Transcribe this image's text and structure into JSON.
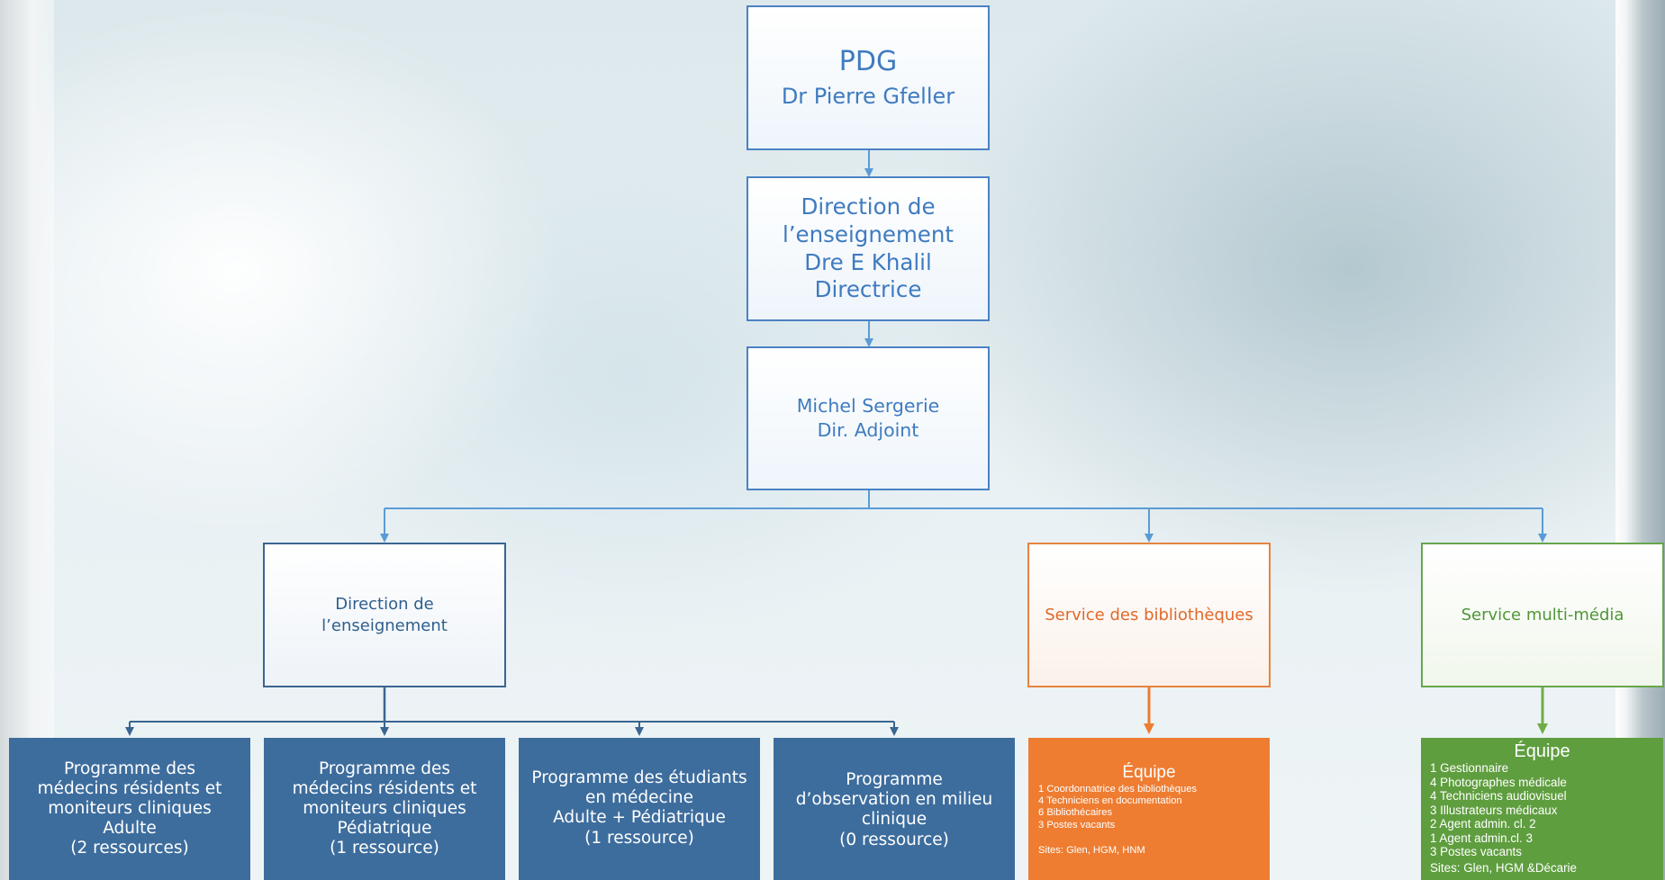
{
  "top": {
    "title": "PDG",
    "name": "Dr Pierre Gfeller"
  },
  "direction": {
    "lines": [
      "Direction de",
      "l’enseignement",
      "Dre E Khalil",
      "Directrice"
    ]
  },
  "adjoint": {
    "lines": [
      "Michel Sergerie",
      "Dir. Adjoint"
    ]
  },
  "sub_direction": {
    "lines": [
      "Direction de",
      "l’enseignement"
    ]
  },
  "libraries": {
    "label": "Service des bibliothèques",
    "team_title": "Équipe",
    "team_lines": [
      "1 Coordonnatrice des bibliothèques",
      "4 Techniciens en documentation",
      "6 Bibliothécaires",
      "3 Postes vacants"
    ],
    "sites": "Sites: Glen, HGM, HNM"
  },
  "multimedia": {
    "label": "Service multi-média",
    "team_title": "Équipe",
    "team_lines": [
      "1 Gestionnaire",
      "4 Photographes médicale",
      "4 Techniciens audiovisuel",
      "3 Illustrateurs médicaux",
      "2 Agent admin. cl. 2",
      "1 Agent admin.cl. 3",
      "3 Postes vacants"
    ],
    "sites": "Sites: Glen, HGM &Décarie"
  },
  "programs": [
    {
      "lines": [
        "Programme des",
        "médecins résidents et",
        "moniteurs cliniques",
        "Adulte",
        "(2 ressources)"
      ]
    },
    {
      "lines": [
        "Programme des",
        "médecins résidents et",
        "moniteurs cliniques",
        "Pédiatrique",
        "(1 ressource)"
      ]
    },
    {
      "lines": [
        "Programme des étudiants",
        "en médecine",
        "Adulte + Pédiatrique",
        "(1 ressource)"
      ]
    },
    {
      "lines": [
        "Programme",
        "d’observation en milieu",
        "clinique",
        "(0 ressource)"
      ]
    }
  ],
  "colors": {
    "connector_blue": "#5b9bd5",
    "connector_navy": "#3a6591",
    "connector_orange": "#ed7d31",
    "connector_green": "#70ad47",
    "program_fill": "#3d6d9d",
    "library_fill": "#ee7d32",
    "multimedia_fill": "#5f9e3f"
  }
}
